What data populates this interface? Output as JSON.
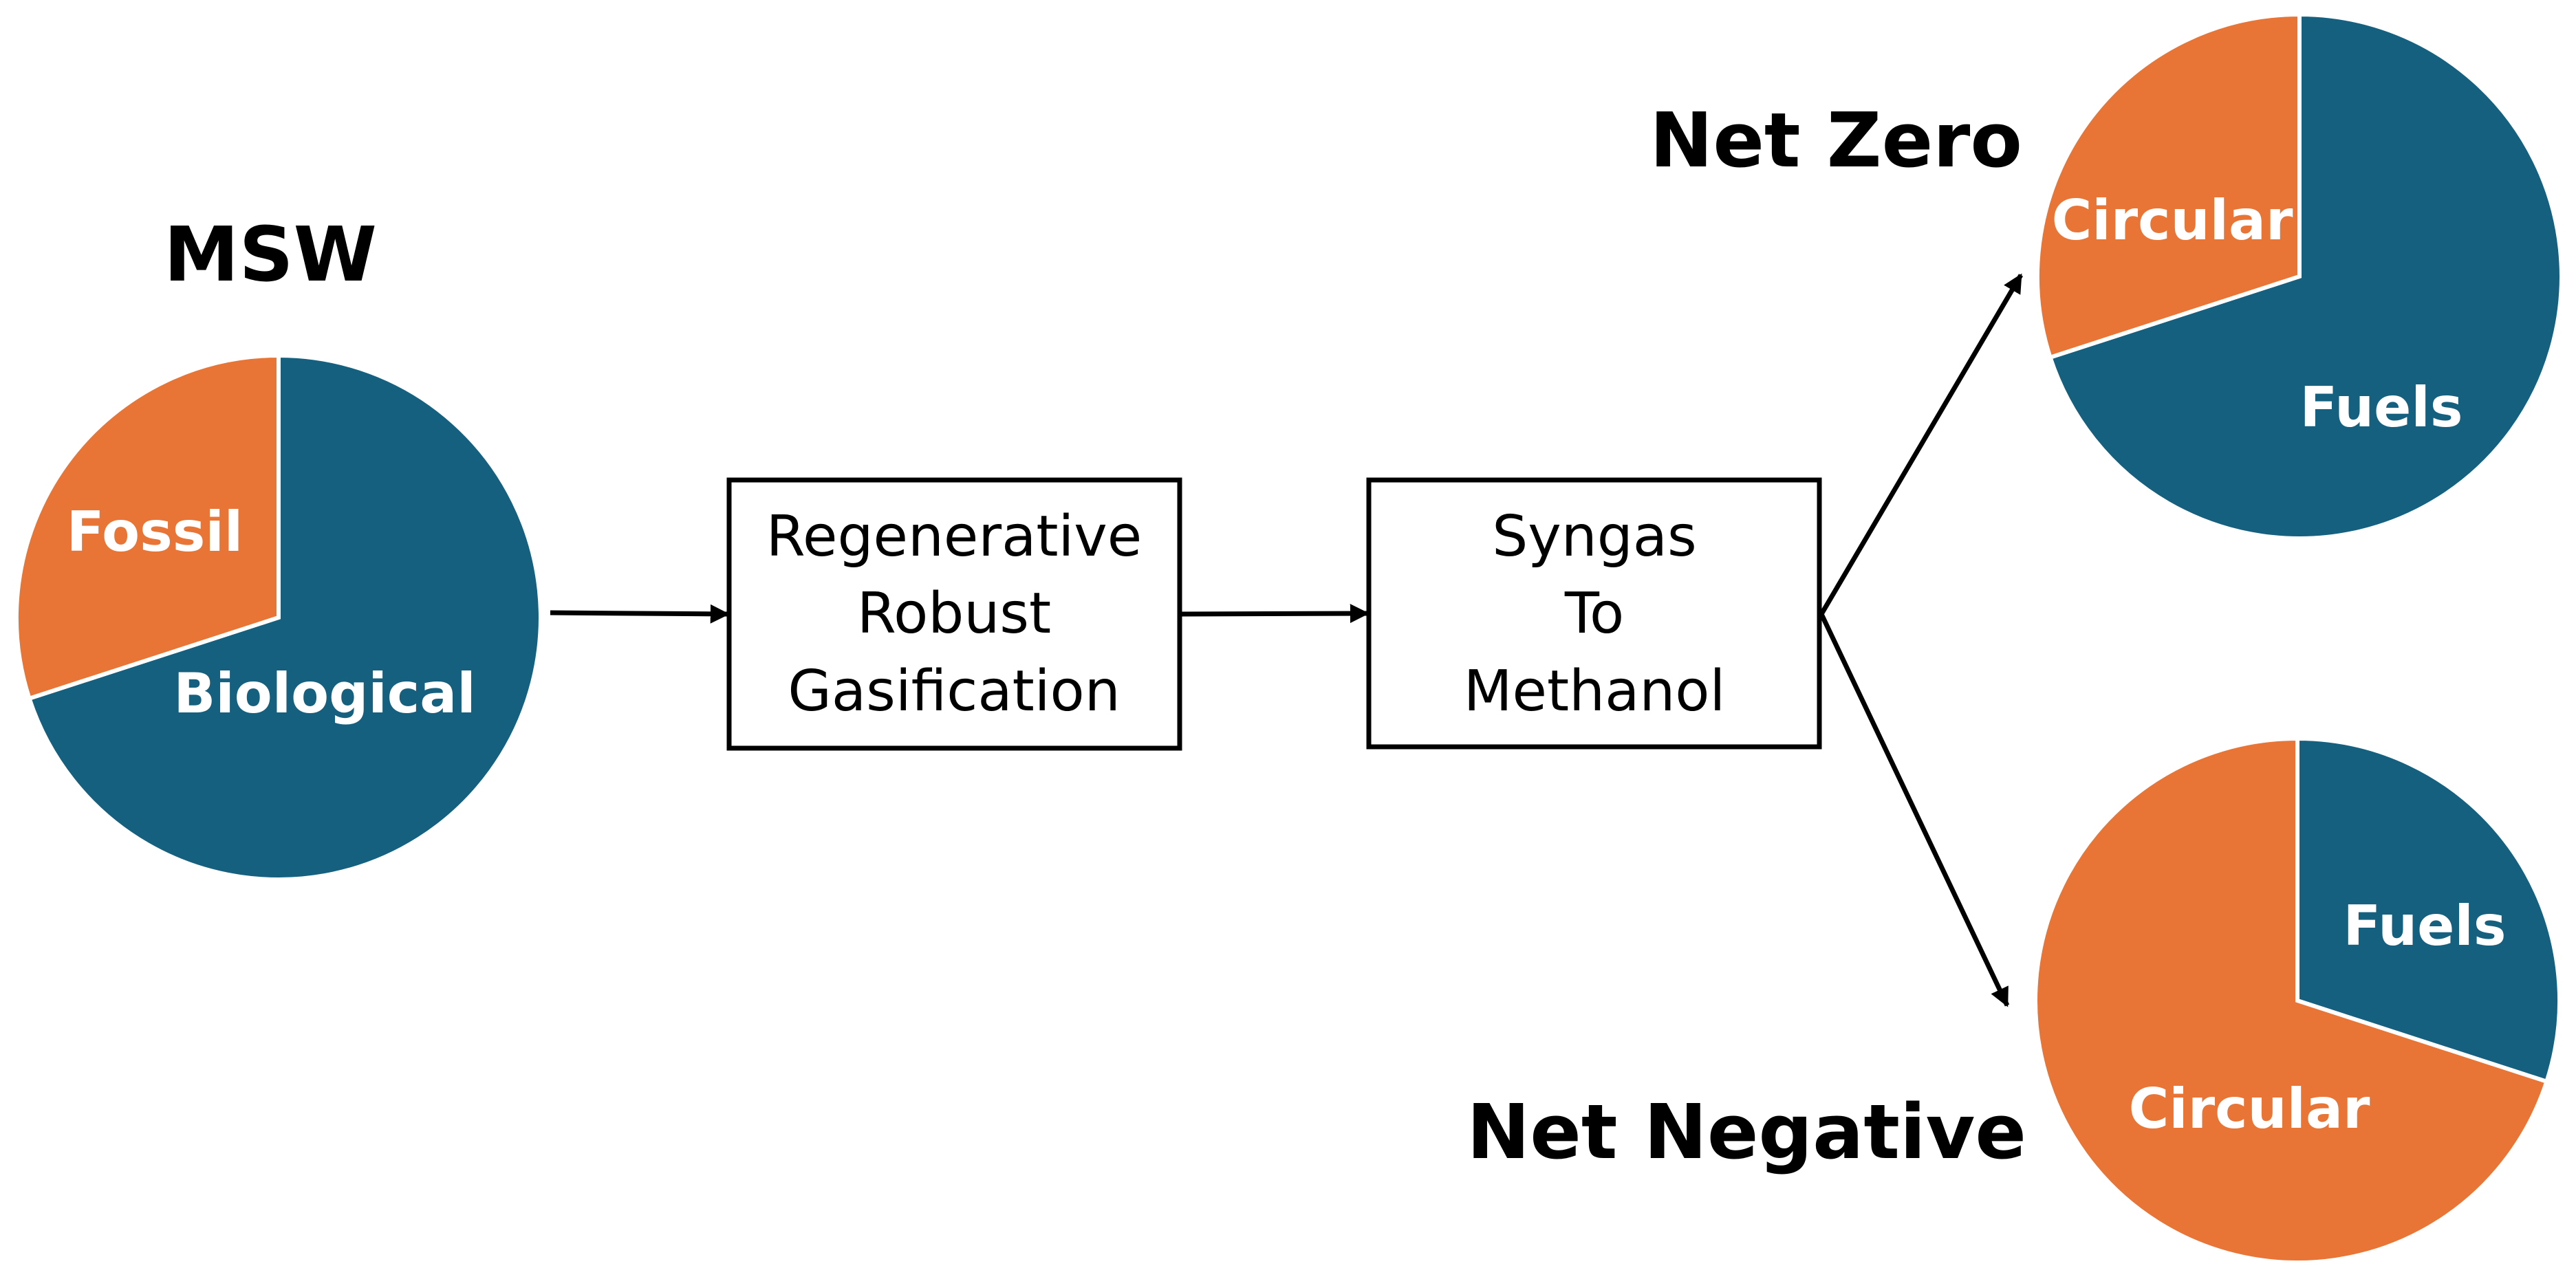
{
  "colors": {
    "fossil": "#E87435",
    "biological": "#16607F",
    "circular": "#E87435",
    "fuels": "#16607F"
  },
  "msw": {
    "title": "MSW",
    "fossil_label": "Fossil",
    "biological_label": "Biological",
    "fossil_fraction": 0.3,
    "biological_fraction": 0.7
  },
  "process": {
    "gasification_lines": [
      "Regenerative",
      "Robust",
      "Gasification"
    ],
    "methanol_lines": [
      "Syngas",
      "To",
      "Methanol"
    ]
  },
  "net_zero": {
    "title": "Net Zero",
    "circular_label": "Circular",
    "fuels_label": "Fuels",
    "circular_fraction": 0.3,
    "fuels_fraction": 0.7
  },
  "net_negative": {
    "title": "Net Negative",
    "fuels_label": "Fuels",
    "circular_label": "Circular",
    "fuels_fraction": 0.3,
    "circular_fraction": 0.7
  }
}
